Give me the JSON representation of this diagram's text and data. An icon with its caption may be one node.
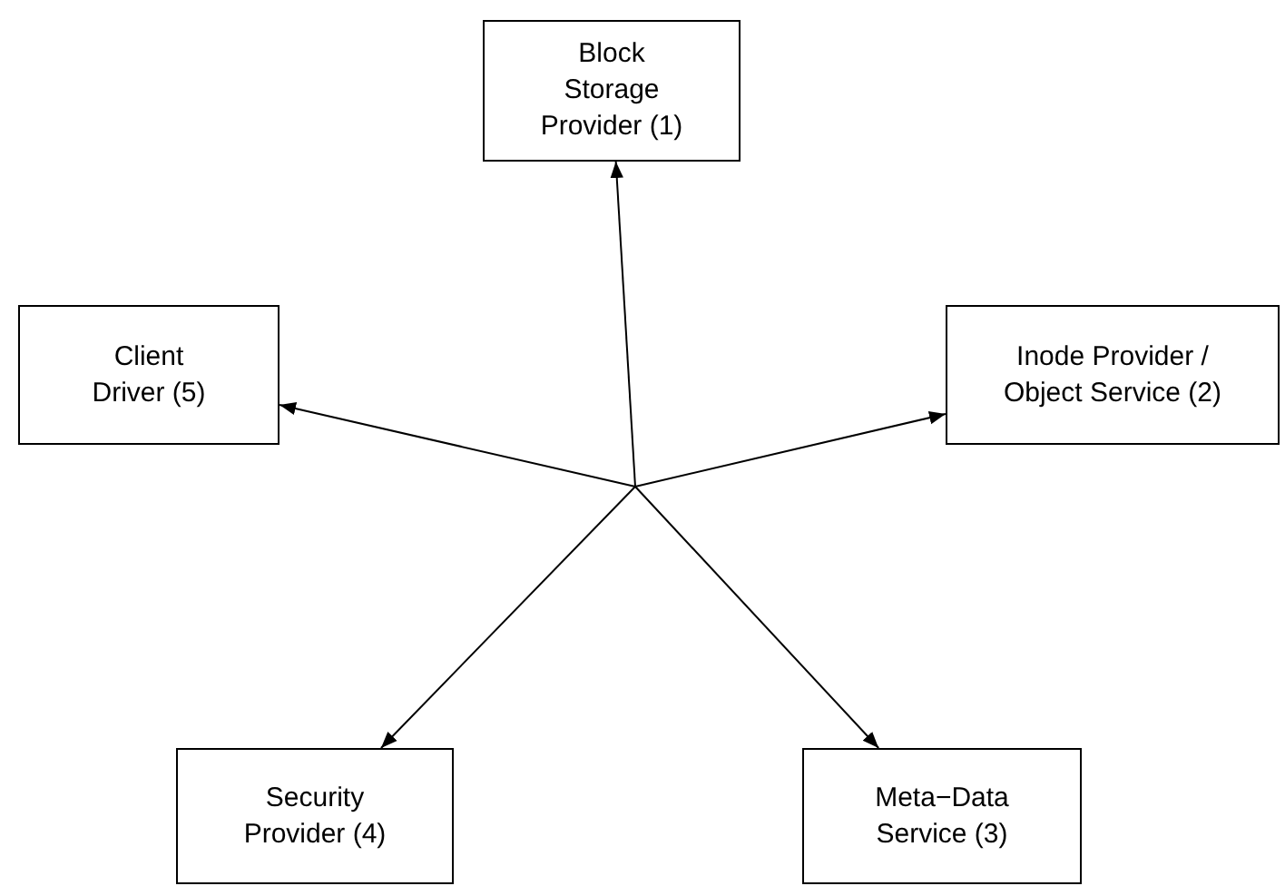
{
  "diagram": {
    "nodes": [
      {
        "text": [
          "Block Storage Provider (1)"
        ]
      },
      {
        "text": [
          "Client Driver (5)"
        ]
      },
      {
        "text": [
          "Inode Provider / Object Service (2)"
        ]
      },
      {
        "text": [
          "Security Provider (4)"
        ]
      },
      {
        "text": [
          "Meta−Data Service (3)"
        ]
      }
    ],
    "edges": [
      {
        "from": null,
        "to": 0,
        "arrow": "to"
      },
      {
        "from": null,
        "to": 1,
        "arrow": "to"
      },
      {
        "from": null,
        "to": 2,
        "arrow": "to"
      },
      {
        "from": null,
        "to": 3,
        "arrow": "to"
      },
      {
        "from": null,
        "to": 4,
        "arrow": "to"
      }
    ]
  }
}
